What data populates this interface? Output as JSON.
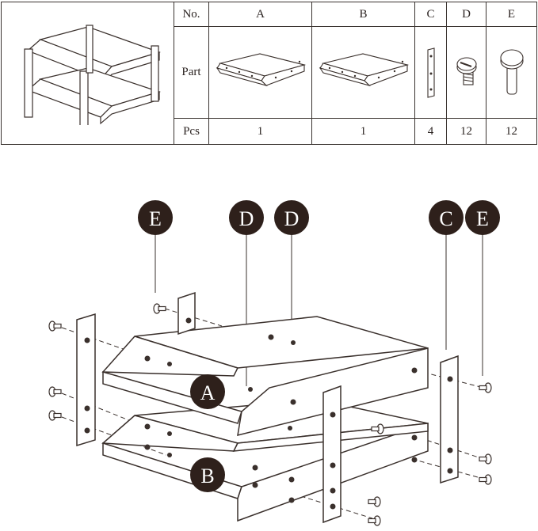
{
  "table": {
    "header_label": "No.",
    "part_label": "Part",
    "pcs_label": "Pcs",
    "columns": [
      {
        "no": "A",
        "pcs": "1"
      },
      {
        "no": "B",
        "pcs": "1"
      },
      {
        "no": "C",
        "pcs": "4"
      },
      {
        "no": "D",
        "pcs": "12"
      },
      {
        "no": "E",
        "pcs": "12"
      }
    ]
  },
  "diagram": {
    "callouts": [
      "E",
      "D",
      "D",
      "C",
      "E"
    ],
    "tray_labels": [
      "A",
      "B"
    ],
    "colors": {
      "line": "#3a302c",
      "badge": "#2e201b",
      "fill": "#ffffff"
    }
  }
}
